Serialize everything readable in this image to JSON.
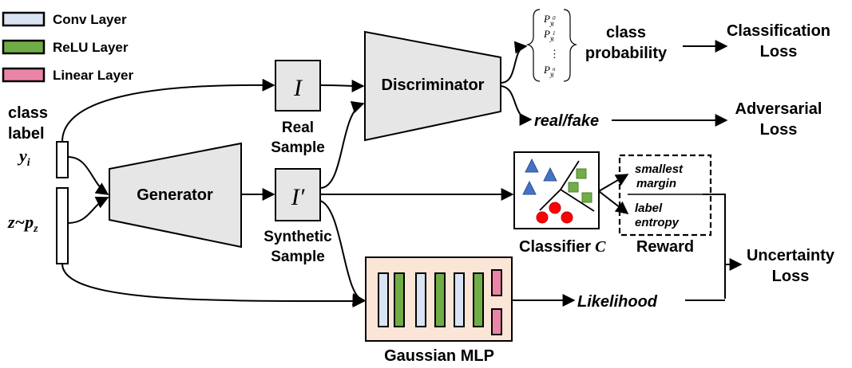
{
  "legend": [
    {
      "label": "Conv Layer",
      "color": "#dae3f3"
    },
    {
      "label": "ReLU Layer",
      "color": "#70ad47"
    },
    {
      "label": "Linear Layer",
      "color": "#ea85a6"
    }
  ],
  "inputs": {
    "class_label_line1": "class",
    "class_label_line2": "label",
    "y_symbol": "y",
    "y_subscript": "i",
    "z_symbol": "z~p",
    "z_subscript": "z"
  },
  "generator": {
    "label": "Generator"
  },
  "discriminator": {
    "label": "Discriminator"
  },
  "real_sample": {
    "symbol": "I",
    "caption_line1": "Real",
    "caption_line2": "Sample"
  },
  "synthetic_sample": {
    "symbol": "I′",
    "caption_line1": "Synthetic",
    "caption_line2": "Sample"
  },
  "probability_vector": {
    "p": "P",
    "y": "y",
    "i": "i",
    "indices": [
      "0",
      "1",
      "n"
    ],
    "dots": "⋮"
  },
  "class_probability": {
    "line1": "class",
    "line2": "probability"
  },
  "classification_loss": {
    "line1": "Classification",
    "line2": "Loss"
  },
  "real_fake": "real/fake",
  "adversarial_loss": {
    "line1": "Adversarial",
    "line2": "Loss"
  },
  "classifier": {
    "label": "Classifier",
    "symbol": "C"
  },
  "reward": {
    "label": "Reward",
    "smallest_margin_line1": "smallest",
    "smallest_margin_line2": "margin",
    "label_entropy_line1": "label",
    "label_entropy_line2": "entropy"
  },
  "uncertainty_loss": {
    "line1": "Uncertainty",
    "line2": "Loss"
  },
  "gaussian_mlp": {
    "label": "Gaussian MLP",
    "layers": [
      "conv",
      "relu",
      "conv",
      "relu",
      "conv",
      "relu",
      "linear",
      "linear"
    ]
  },
  "likelihood": "Likelihood",
  "colors": {
    "conv": "#dae3f3",
    "relu": "#70ad47",
    "linear": "#ea85a6",
    "trapezoid": "#e7e6e6",
    "sample_box": "#e7e6e6",
    "mlp_bg": "#fbe5d6",
    "triangle": "#4472c4",
    "square": "#70ad47",
    "circle": "#ff0000"
  }
}
